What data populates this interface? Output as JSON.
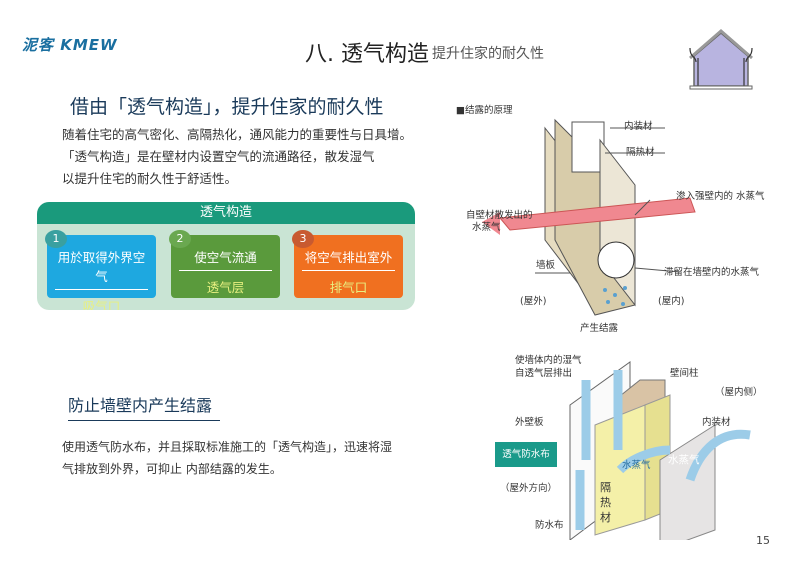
{
  "header": {
    "logo": "泥客 KMEW",
    "title": "八. 透气构造",
    "subtitle": "提升住家的耐久性"
  },
  "section1": {
    "heading": "借由「透气构造」，提升住家的耐久性",
    "lines": [
      "随着住宅的高气密化、高隔热化，通风能力的重要性与日具增。",
      "「透气构造」是在壁材内设置空气的流通路径，散发湿气",
      "以提升住宅的耐久性于舒适性。"
    ]
  },
  "panel": {
    "title": "透气构造",
    "cards": [
      {
        "num": "1",
        "text": "用於取得外界空气",
        "sub": "吸气口",
        "color": "#1ea8e0"
      },
      {
        "num": "2",
        "text": "使空气流通",
        "sub": "透气层",
        "color": "#5a9a3c"
      },
      {
        "num": "3",
        "text": "将空气排出室外",
        "sub": "排气口",
        "color": "#f07020"
      }
    ]
  },
  "section2": {
    "heading": "防止墙壁内产生结露",
    "lines": [
      "使用透气防水布，并且採取标准施工的「透气构造」，迅速将湿",
      "气排放到外界，可抑止 内部结露的发生。"
    ]
  },
  "diagram1": {
    "caption": "■结露的原理",
    "labels": {
      "interior": "内装材",
      "insulation": "隔热材",
      "infiltrate": "渗入强壁内的 水蒸气",
      "emit1": "自壁材散发出的",
      "emit2": "水蒸气",
      "board": "墙板",
      "trapped": "滞留在墙壁内的水蒸气",
      "outside": "(屋外)",
      "inside": "(屋内)",
      "condensation": "产生结露"
    }
  },
  "diagram2": {
    "labels": {
      "exhaust1": "使墙体内的湿气",
      "exhaust2": "自透气层排出",
      "stud": "壁间柱",
      "inside": "（屋内侧）",
      "outer": "外壁板",
      "interior": "内装材",
      "membrane": "透气防水布",
      "vapor": "水蒸气",
      "vapor2": "水蒸气",
      "outside": "（屋外方向）",
      "insul": "隔热材",
      "waterproof": "防水布"
    }
  },
  "page": "15"
}
